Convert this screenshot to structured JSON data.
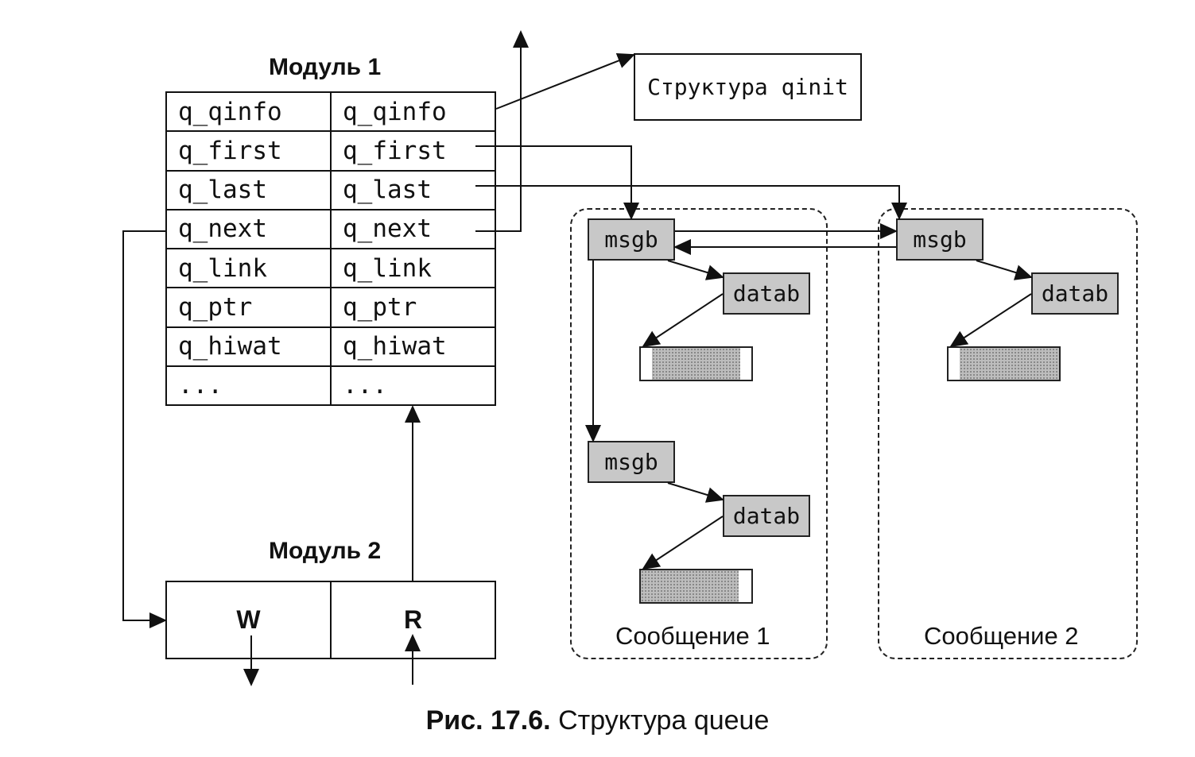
{
  "module1": {
    "title": "Модуль 1",
    "rows": [
      [
        "q_qinfo",
        "q_qinfo"
      ],
      [
        "q_first",
        "q_first"
      ],
      [
        "q_last",
        "q_last"
      ],
      [
        "q_next",
        "q_next"
      ],
      [
        "q_link",
        "q_link"
      ],
      [
        "q_ptr",
        "q_ptr"
      ],
      [
        "q_hiwat",
        "q_hiwat"
      ],
      [
        "...",
        "..."
      ]
    ]
  },
  "module2": {
    "title": "Модуль 2",
    "left": "W",
    "right": "R"
  },
  "qinit_label": "Структура qinit",
  "message1": {
    "label": "Сообщение 1",
    "msgb1": "msgb",
    "datab1": "datab",
    "msgb2": "msgb",
    "datab2": "datab"
  },
  "message2": {
    "label": "Сообщение 2",
    "msgb": "msgb",
    "datab": "datab"
  },
  "caption": {
    "number": "Рис. 17.6.",
    "text": "Структура queue"
  }
}
